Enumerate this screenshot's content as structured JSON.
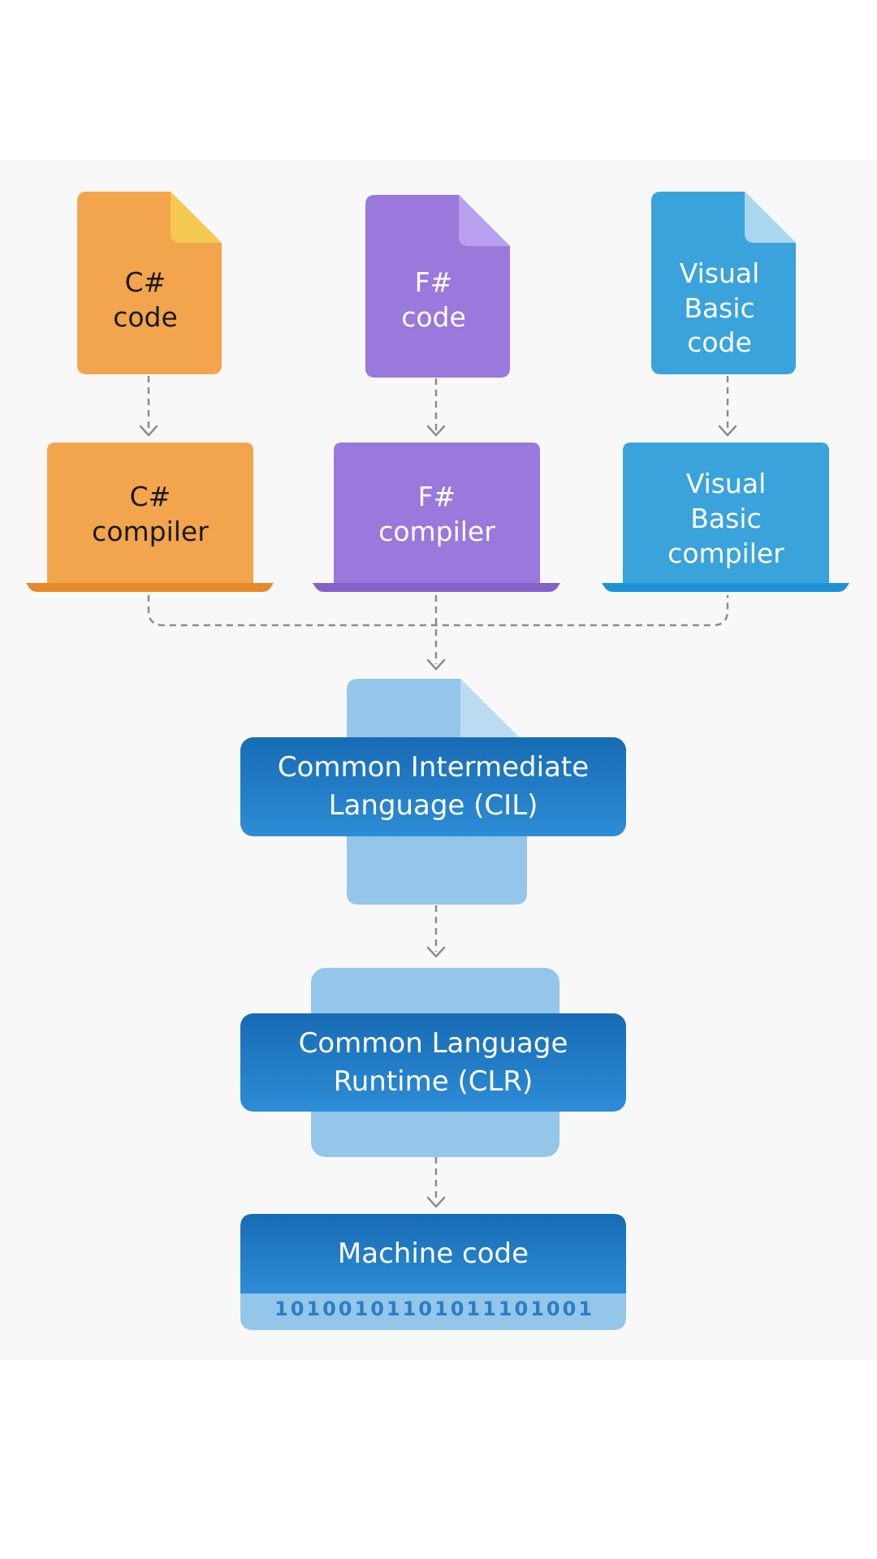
{
  "diagram": {
    "colors": {
      "csharp": "#f2a54d",
      "fsharp": "#9b78db",
      "vb": "#3aa3db",
      "cil_back": "#93c6e9",
      "banner_top": "#176bb4",
      "banner_bottom": "#2d8dd6",
      "binary_strip": "#93c6e9",
      "connector": "#8c8c8c"
    },
    "sources": [
      {
        "id": "csharp",
        "label": "C#\ncode",
        "icon": "document-icon"
      },
      {
        "id": "fsharp",
        "label": "F#\ncode",
        "icon": "document-icon"
      },
      {
        "id": "vb",
        "label": "Visual\nBasic\ncode",
        "icon": "document-icon"
      }
    ],
    "compilers": [
      {
        "id": "csharp",
        "label": "C#\ncompiler",
        "icon": "laptop-icon"
      },
      {
        "id": "fsharp",
        "label": "F#\ncompiler",
        "icon": "laptop-icon"
      },
      {
        "id": "vb",
        "label": "Visual\nBasic\ncompiler",
        "icon": "laptop-icon"
      }
    ],
    "cil": {
      "label": "Common Intermediate\nLanguage (CIL)"
    },
    "clr": {
      "label": "Common Language\nRuntime (CLR)"
    },
    "machine": {
      "label": "Machine code",
      "binary": "10100101101011101001"
    }
  }
}
